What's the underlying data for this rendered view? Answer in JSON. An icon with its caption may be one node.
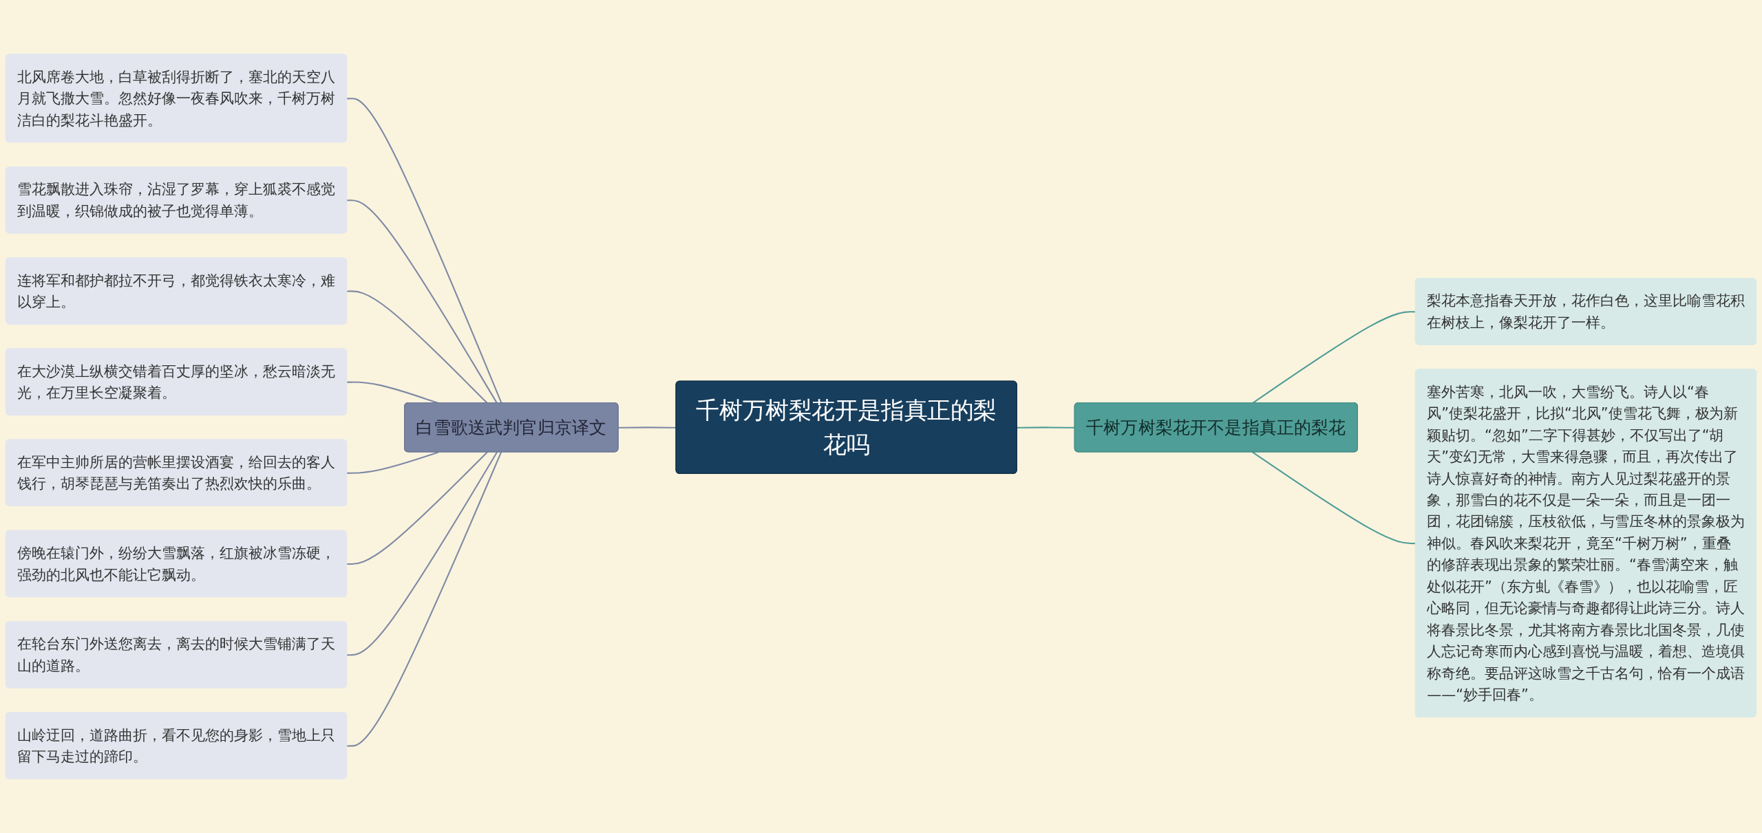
{
  "diagram": {
    "nodes": [
      {
        "text": [
          "千树万树梨花开是指真正的梨花吗"
        ]
      },
      {
        "text": [
          "白雪歌送武判官归京译文"
        ]
      },
      {
        "text": [
          "北风席卷大地，白草被刮得折断了，塞北的天空八月就飞撒大雪。忽然好像一夜春风吹来，千树万树洁白的梨花斗艳盛开。"
        ]
      },
      {
        "text": [
          "雪花飘散进入珠帘，沾湿了罗幕，穿上狐裘不感觉到温暖，织锦做成的被子也觉得单薄。"
        ]
      },
      {
        "text": [
          "连将军和都护都拉不开弓，都觉得铁衣太寒冷，难以穿上。"
        ]
      },
      {
        "text": [
          "在大沙漠上纵横交错着百丈厚的坚冰，愁云暗淡无光，在万里长空凝聚着。"
        ]
      },
      {
        "text": [
          "在军中主帅所居的营帐里摆设酒宴，给回去的客人饯行，胡琴琵琶与羌笛奏出了热烈欢快的乐曲。"
        ]
      },
      {
        "text": [
          "傍晚在辕门外，纷纷大雪飘落，红旗被冰雪冻硬，强劲的北风也不能让它飘动。"
        ]
      },
      {
        "text": [
          "在轮台东门外送您离去，离去的时候大雪铺满了天山的道路。"
        ]
      },
      {
        "text": [
          "山岭迂回，道路曲折，看不见您的身影，雪地上只留下马走过的蹄印。"
        ]
      },
      {
        "text": [
          "千树万树梨花开不是指真正的梨花"
        ]
      },
      {
        "text": [
          "梨花本意指春天开放，花作白色，这里比喻雪花积在树枝上，像梨花开了一样。"
        ]
      },
      {
        "text": [
          "塞外苦寒，北风一吹，大雪纷飞。诗人以“春风”使梨花盛开，比拟“北风”使雪花飞舞，极为新颖贴切。“忽如”二字下得甚妙，不仅写出了“胡天”变幻无常，大雪来得急骤，而且，再次传出了诗人惊喜好奇的神情。南方人见过梨花盛开的景象，那雪白的花不仅是一朵一朵，而且是一团一团，花团锦簇，压枝欲低，与雪压冬林的景象极为神似。春风吹来梨花开，竟至“千树万树”，重叠的修辞表现出景象的繁荣壮丽。“春雪满空来，触处似花开”（东方虬《春雪》），也以花喻雪，匠心略同，但无论豪情与奇趣都得让此诗三分。诗人将春景比冬景，尤其将南方春景比北国冬景，几使人忘记奇寒而内心感到喜悦与温暖，着想、造境俱称奇绝。要品评这咏雪之千古名句，恰有一个成语——“妙手回春”。"
        ]
      }
    ],
    "edges": [
      {
        "from": 1,
        "to": 0,
        "arrow": "none"
      },
      {
        "from": 2,
        "to": 1,
        "arrow": "none"
      },
      {
        "from": 3,
        "to": 1,
        "arrow": "none"
      },
      {
        "from": 4,
        "to": 1,
        "arrow": "none"
      },
      {
        "from": 5,
        "to": 1,
        "arrow": "none"
      },
      {
        "from": 6,
        "to": 1,
        "arrow": "none"
      },
      {
        "from": 7,
        "to": 1,
        "arrow": "none"
      },
      {
        "from": 8,
        "to": 1,
        "arrow": "none"
      },
      {
        "from": 9,
        "to": 1,
        "arrow": "none"
      },
      {
        "from": 0,
        "to": 10,
        "arrow": "none",
        "color": "#4e9c97"
      },
      {
        "from": 10,
        "to": 11,
        "arrow": "none",
        "color": "#4e9c97"
      },
      {
        "from": 10,
        "to": 12,
        "arrow": "none",
        "color": "#4e9c97"
      }
    ]
  }
}
